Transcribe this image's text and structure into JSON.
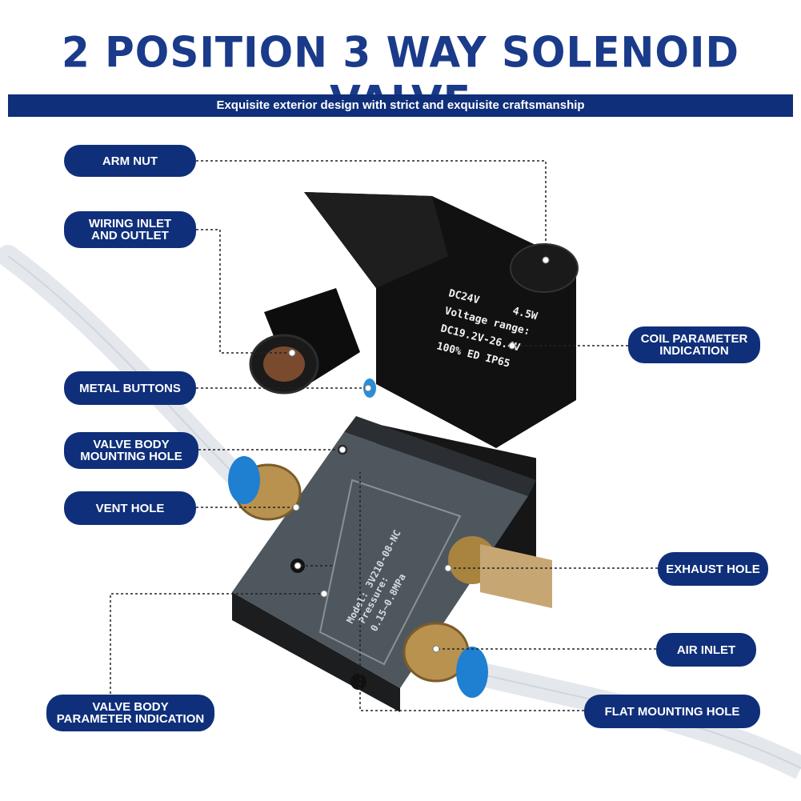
{
  "header": {
    "title": "2 POSITION 3 WAY SOLENOID VALVE",
    "subtitle": "Exquisite exterior design with strict and exquisite craftsmanship"
  },
  "labels": {
    "arm_nut": "ARM NUT",
    "wiring_l1": "WIRING INLET",
    "wiring_l2": "AND OUTLET",
    "metal_buttons": "METAL BUTTONS",
    "mount_l1": "VALVE BODY",
    "mount_l2": "MOUNTING HOLE",
    "vent_hole": "VENT HOLE",
    "param_l1": "VALVE BODY",
    "param_l2": "PARAMETER INDICATION",
    "coil_l1": "COIL PARAMETER",
    "coil_l2": "INDICATION",
    "exhaust_hole": "EXHAUST HOLE",
    "air_inlet": "AIR INLET",
    "flat_mounting_hole": "FLAT MOUNTING HOLE"
  },
  "coil_text": {
    "l1a": "DC24V",
    "l1b": "4.5W",
    "l2": "Voltage range:",
    "l3": "DC19.2V-26.4V",
    "l4": "100% ED IP65"
  },
  "body_text": {
    "model": "Model: 3V210-08-NC",
    "pressure": "Pressure:",
    "range": "0.15~0.8MPa"
  },
  "colors": {
    "navy": "#0f2f7a",
    "title_blue": "#1a3a8a"
  }
}
